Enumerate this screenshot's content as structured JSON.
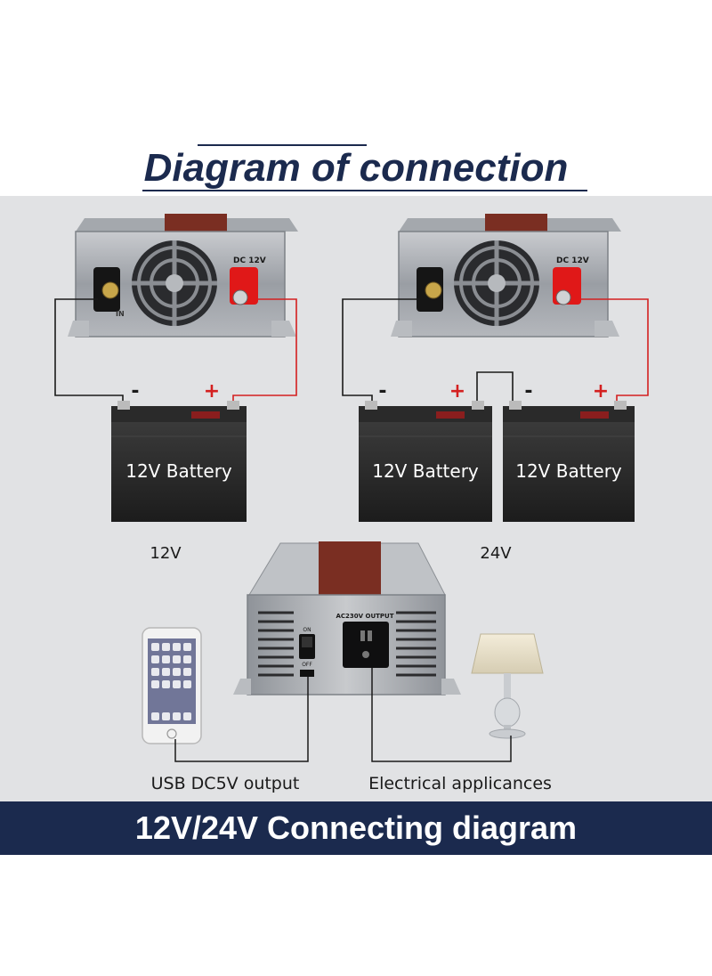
{
  "title": "Diagram of connection",
  "footer": "12V/24V Connecting diagram",
  "inverter_labels": {
    "dc": "DC 12V",
    "in": "IN",
    "ac_output": "AC230V OUTPUT",
    "on": "ON",
    "off": "OFF"
  },
  "battery_label": "12V Battery",
  "polarity": {
    "neg": "-",
    "pos": "+"
  },
  "config_labels": {
    "single": "12V",
    "dual": "24V"
  },
  "output_labels": {
    "usb": "USB DC5V output",
    "appliance": "Electrical applicances"
  },
  "colors": {
    "navy": "#1b2a4e",
    "panel": "#e1e2e4",
    "red_wire": "#d42020",
    "terminal_red": "#e01818"
  }
}
